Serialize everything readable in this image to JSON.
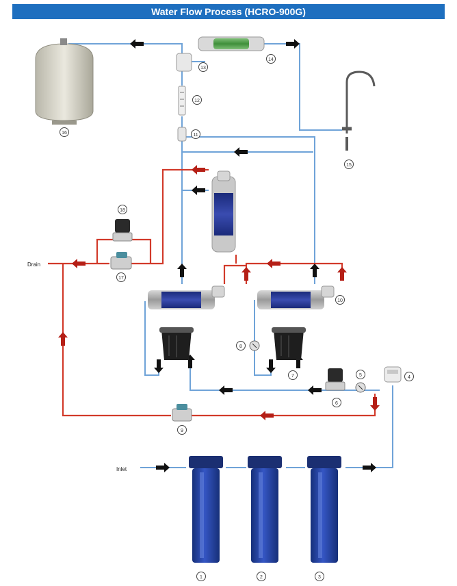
{
  "title": "Water Flow Process (HCRO-900G)",
  "inlet_label": "Inlet",
  "drain_label": "Drain",
  "components": {
    "c1": "1",
    "c2": "2",
    "c3": "3",
    "c4": "4",
    "c5": "5",
    "c6": "6",
    "c7": "7",
    "c8": "8",
    "c9": "9",
    "c10": "10",
    "c11": "11",
    "c12": "12",
    "c13": "13",
    "c14": "14",
    "c15": "15",
    "c16": "16",
    "c17": "17",
    "c18": "18"
  },
  "colors": {
    "title_bar": "#1e6fbf",
    "clean_water_line": "#6fa3d8",
    "drain_line": "#d23a2a",
    "filter_housing": "#1f3f9e",
    "arrow": "#111111"
  }
}
